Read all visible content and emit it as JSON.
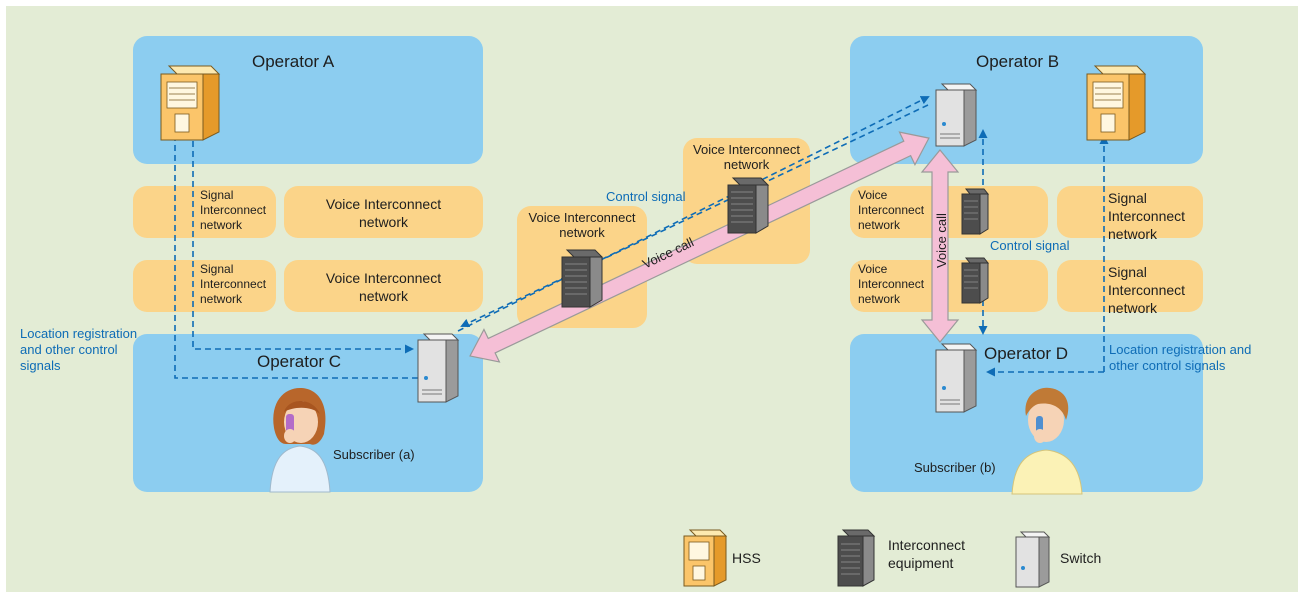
{
  "operators": {
    "a": "Operator A",
    "b": "Operator B",
    "c": "Operator C",
    "d": "Operator D"
  },
  "networks": {
    "signal_interconnect": "Signal Interconnect network",
    "voice_interconnect": "Voice Interconnect network",
    "signal_lines": [
      "Signal",
      "Interconnect",
      "network"
    ],
    "voice_lines": [
      "Voice Interconnect",
      "network"
    ],
    "voice_lines_right": [
      "Voice",
      "Interconnect",
      "network"
    ],
    "signal_lines_right": [
      "Signal",
      "Interconnect",
      "network"
    ]
  },
  "labels": {
    "control_signal": "Control signal",
    "voice_call": "Voice call",
    "location_left": [
      "Location registration",
      "and other control",
      "signals"
    ],
    "location_right": [
      "Location registration and",
      "other control signals"
    ],
    "subscriber_a": "Subscriber (a)",
    "subscriber_b": "Subscriber (b)"
  },
  "legend": {
    "hss": "HSS",
    "interconnect": [
      "Interconnect",
      "equipment"
    ],
    "switch": "Switch"
  },
  "colors": {
    "background": "#e3ecd5",
    "operator_box": "#8ccdf0",
    "network_box": "#fbd489",
    "control_line": "#0e6cb6",
    "voice_arrow": "#f5bfd6"
  }
}
